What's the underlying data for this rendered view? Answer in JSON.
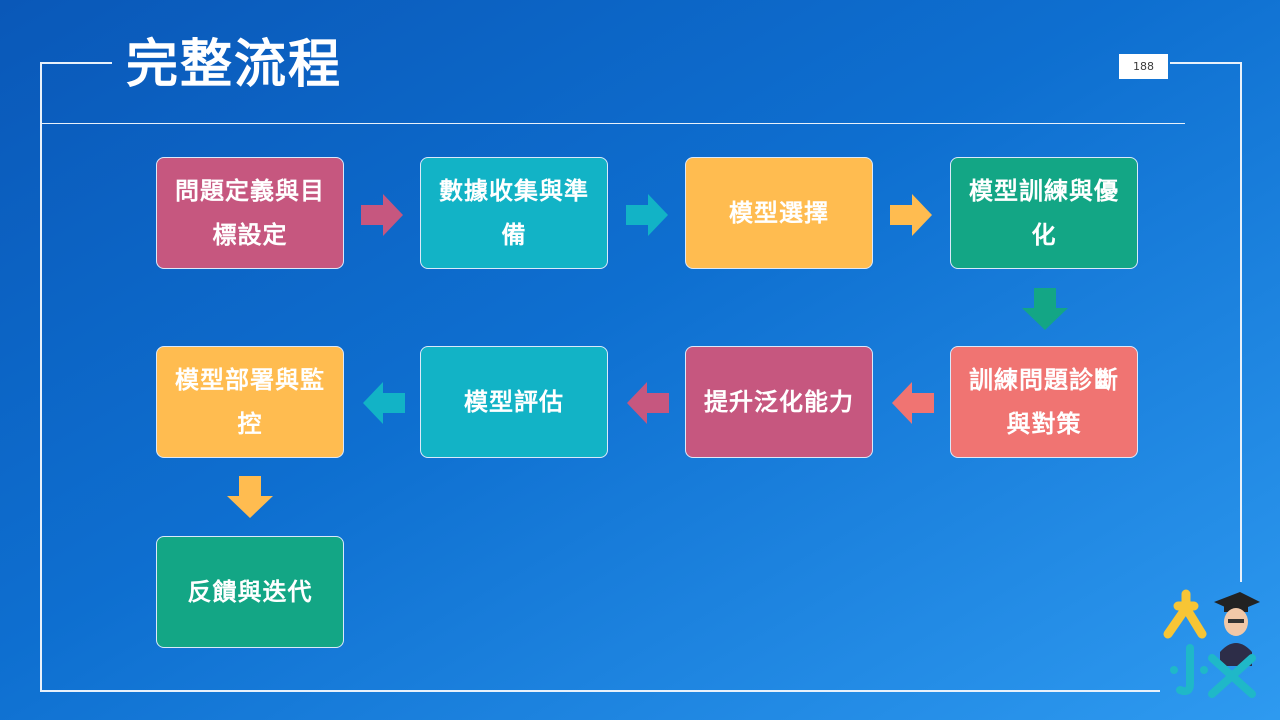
{
  "slide": {
    "title": "完整流程",
    "page_number": "188"
  },
  "colors": {
    "magenta": "#c6577f",
    "teal": "#12b3c6",
    "amber": "#ffbc50",
    "green": "#13a685",
    "salmon": "#f07472"
  },
  "flow": {
    "steps": [
      "問題定義與目標設定",
      "數據收集與準備",
      "模型選擇",
      "模型訓練與優化",
      "訓練問題診斷與對策",
      "提升泛化能力",
      "模型評估",
      "模型部署與監控",
      "反饋與迭代"
    ]
  }
}
